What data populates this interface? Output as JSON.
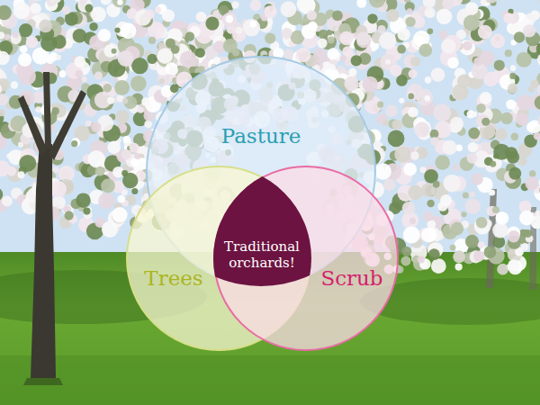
{
  "diagram": {
    "nodes": [
      {
        "text": [
          "Pasture"
        ]
      },
      {
        "text": [
          "Trees"
        ]
      },
      {
        "text": [
          "Scrub"
        ]
      },
      {
        "text": [
          "Traditional orchards!"
        ]
      }
    ]
  }
}
